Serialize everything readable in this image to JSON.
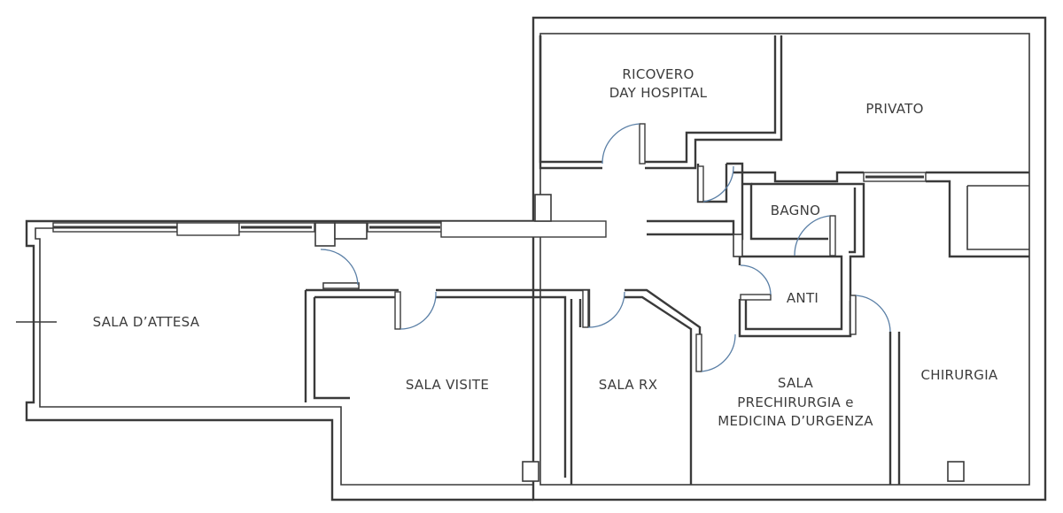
{
  "plan": {
    "rooms": {
      "ricovero_line1": "RICOVERO",
      "ricovero_line2": "DAY HOSPITAL",
      "privato": "PRIVATO",
      "bagno": "BAGNO",
      "anti": "ANTI",
      "sala_attesa": "SALA D’ATTESA",
      "sala_visite": "SALA VISITE",
      "sala_rx": "SALA RX",
      "prechirurgia_line1": "SALA",
      "prechirurgia_line2": "PRECHIRURGIA e",
      "prechirurgia_line3": "MEDICINA D’URGENZA",
      "chirurgia": "CHIRURGIA"
    },
    "colors": {
      "wall": "#3a3a3a",
      "door_swing": "#5a7fa6",
      "text": "#3c3c3c"
    }
  }
}
